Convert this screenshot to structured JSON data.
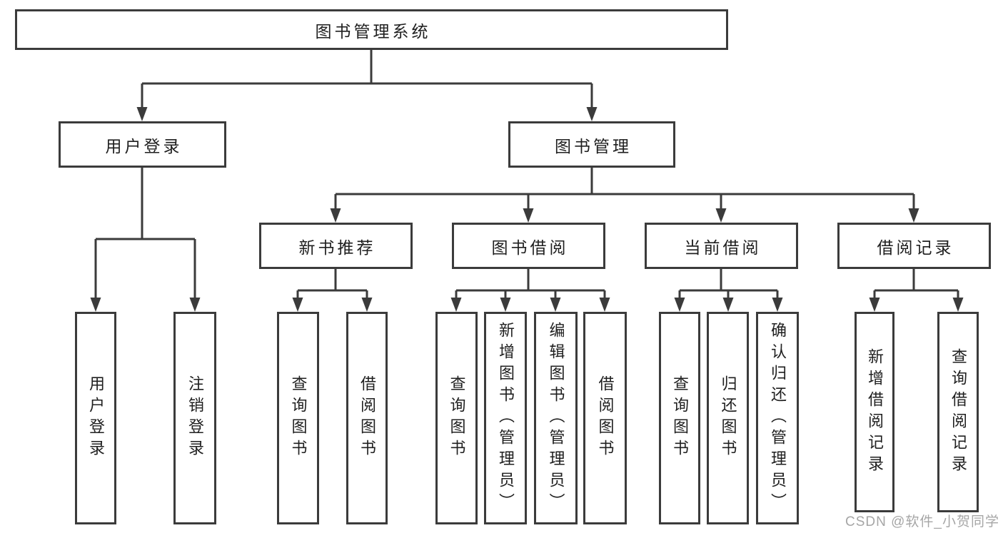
{
  "page": {
    "background": "#ffffff"
  },
  "diagram": {
    "type": "hierarchy-tree",
    "line_color": "#3b3b3b",
    "text_color": "#1f1f1f",
    "box_background": "#ffffff",
    "root": {
      "label": "图书管理系统"
    },
    "level2": [
      {
        "id": "user-login",
        "label": "用户登录"
      },
      {
        "id": "book-management",
        "label": "图书管理"
      }
    ],
    "level3": [
      {
        "id": "new-book-recommend",
        "label": "新书推荐",
        "parent": "book-management"
      },
      {
        "id": "book-borrowing",
        "label": "图书借阅",
        "parent": "book-management"
      },
      {
        "id": "current-borrowing",
        "label": "当前借阅",
        "parent": "book-management"
      },
      {
        "id": "borrowing-records",
        "label": "借阅记录",
        "parent": "book-management"
      }
    ],
    "leaves": {
      "user_login": [
        "用户登录",
        "注销登录"
      ],
      "new_book_recommend": [
        "查询图书",
        "借阅图书"
      ],
      "book_borrowing": [
        "查询图书",
        "新增图书（管理员）",
        "编辑图书（管理员）",
        "借阅图书"
      ],
      "current_borrowing": [
        "查询图书",
        "归还图书",
        "确认归还（管理员）"
      ],
      "borrowing_records": [
        "新增借阅记录",
        "查询借阅记录"
      ]
    }
  },
  "watermark": {
    "text": "CSDN @软件_小贺同学",
    "color": "#a6a6a6"
  }
}
